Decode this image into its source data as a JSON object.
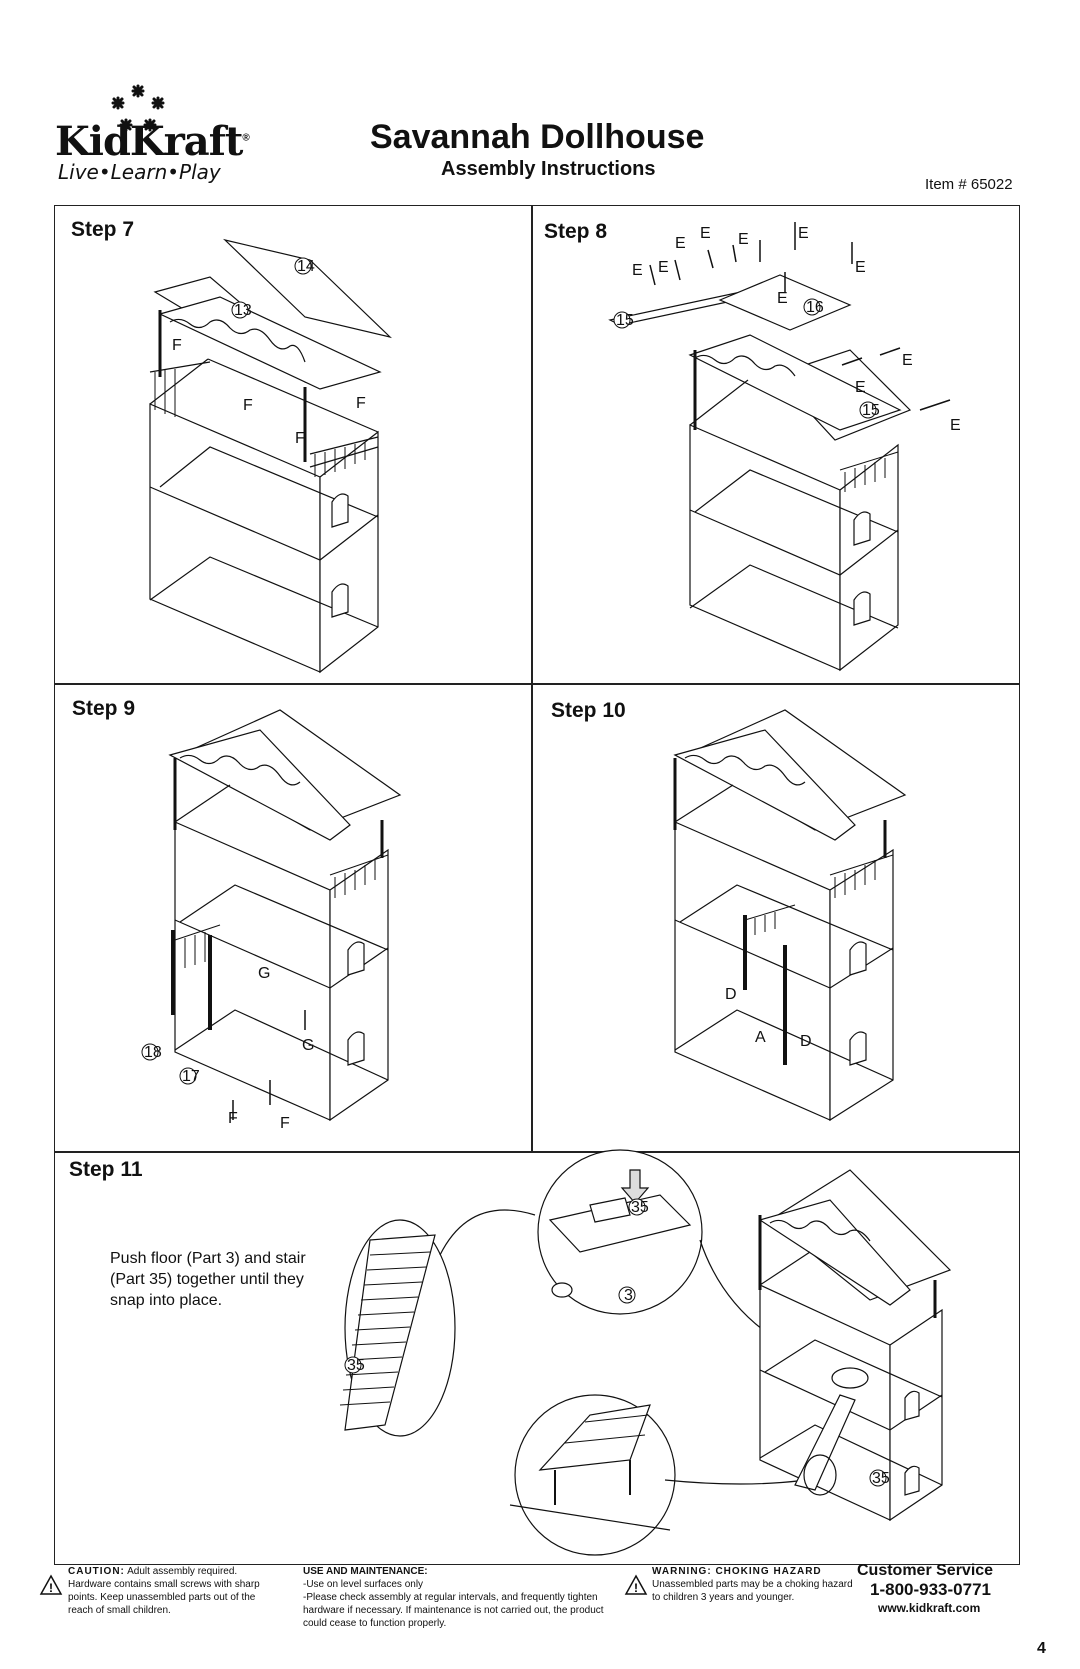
{
  "brand": {
    "logo_name": "KidKraft",
    "registered_mark": "®",
    "tagline": "Live•Learn•Play"
  },
  "header": {
    "title": "Savannah Dollhouse",
    "subtitle": "Assembly Instructions",
    "item_number": "Item # 65022"
  },
  "steps": [
    {
      "label": "Step 7",
      "callouts": [
        "14",
        "13",
        "F",
        "F",
        "F",
        "F"
      ]
    },
    {
      "label": "Step 8",
      "callouts": [
        "E",
        "E",
        "E",
        "E",
        "E",
        "E",
        "E",
        "E",
        "E",
        "E",
        "E",
        "15",
        "16",
        "15"
      ]
    },
    {
      "label": "Step 9",
      "callouts": [
        "G",
        "G",
        "18",
        "17",
        "F",
        "F"
      ]
    },
    {
      "label": "Step 10",
      "callouts": [
        "D",
        "A",
        "D"
      ]
    },
    {
      "label": "Step 11",
      "text": "Push floor (Part 3) and stair (Part 35) together until they snap into place.",
      "callouts": [
        "35",
        "35",
        "3",
        "35"
      ]
    }
  ],
  "footer": {
    "caution_heading": "CAUTION:",
    "caution_text": "Adult assembly required. Hardware contains small screws with sharp points. Keep unassembled parts out of the reach of small children.",
    "use_heading": "USE AND MAINTENANCE:",
    "use_lines": [
      "-Use on level surfaces only",
      "-Please check assembly at regular intervals, and frequently tighten hardware if necessary.  If maintenance is not carried out, the product could cease to function properly."
    ],
    "warning_heading": "WARNING: CHOKING HAZARD",
    "warning_text": "Unassembled parts may be a choking hazard to children 3 years and younger.",
    "customer_service_title": "Customer Service",
    "phone": "1-800-933-0771",
    "website": "www.kidkraft.com",
    "page_number": "4"
  }
}
